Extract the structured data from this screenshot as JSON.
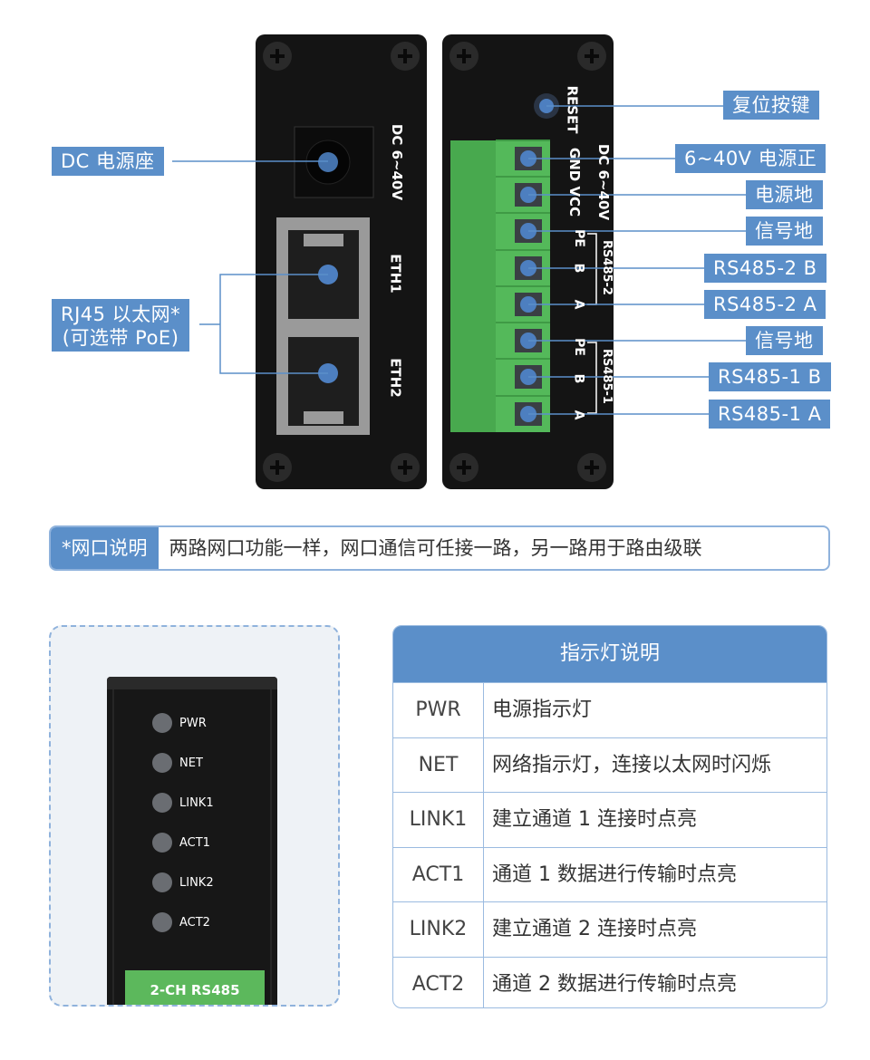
{
  "callouts": {
    "dc_jack": "DC 电源座",
    "rj45_line1": "RJ45 以太网*",
    "rj45_line2": "(可选带 PoE)",
    "reset": "复位按键",
    "vcc": "6~40V 电源正",
    "gnd": "电源地",
    "pe2": "信号地",
    "b2": "RS485-2 B",
    "a2": "RS485-2 A",
    "pe1": "信号地",
    "b1": "RS485-1 B",
    "a1": "RS485-1 A"
  },
  "left_panel": {
    "dc_text": "DC 6~40V",
    "eth1": "ETH1",
    "eth2": "ETH2"
  },
  "right_panel": {
    "reset_text": "RESET",
    "gnd_vcc_text": "GND VCC",
    "dc_text": "DC 6~40V",
    "pe_text": "PE",
    "b_text": "B",
    "a_text": "A",
    "rs485_2": "RS485-2",
    "rs485_1": "RS485-1"
  },
  "note": {
    "tag": "*网口说明",
    "text": "两路网口功能一样，网口通信可任接一路，另一路用于路由级联"
  },
  "device_front": {
    "leds": [
      "PWR",
      "NET",
      "LINK1",
      "ACT1",
      "LINK2",
      "ACT2"
    ],
    "model": "2-CH RS485"
  },
  "indicator_table": {
    "title": "指示灯说明",
    "rows": [
      {
        "name": "PWR",
        "desc": "电源指示灯"
      },
      {
        "name": "NET",
        "desc": "网络指示灯，连接以太网时闪烁"
      },
      {
        "name": "LINK1",
        "desc": "建立通道 1 连接时点亮"
      },
      {
        "name": "ACT1",
        "desc": "通道 1 数据进行传输时点亮"
      },
      {
        "name": "LINK2",
        "desc": "建立通道 2 连接时点亮"
      },
      {
        "name": "ACT2",
        "desc": "通道 2 数据进行传输时点亮"
      }
    ]
  },
  "colors": {
    "accent": "#5b8fc9",
    "terminal_green": "#54b95a",
    "panel_black": "#141414"
  }
}
